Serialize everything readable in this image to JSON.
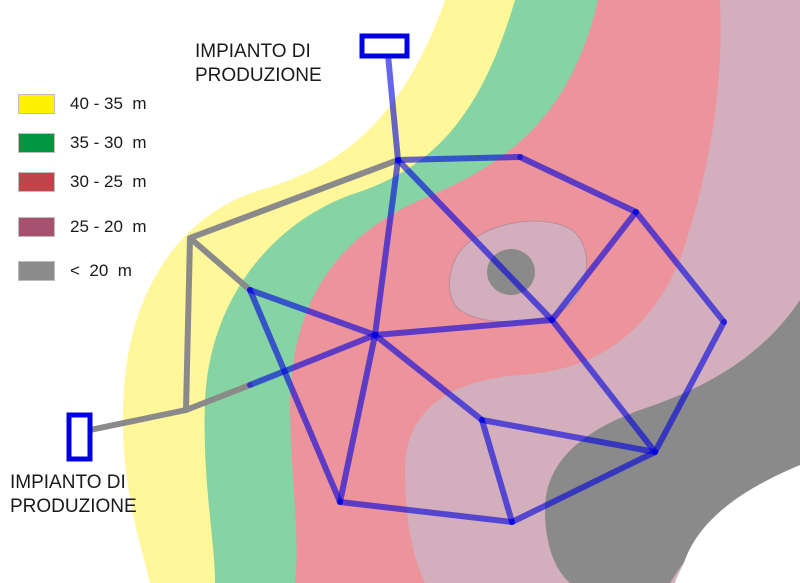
{
  "plants": {
    "top": {
      "line1": "IMPIANTO DI",
      "line2": "PRODUZIONE"
    },
    "left": {
      "line1": "IMPIANTO DI",
      "line2": "PRODUZIONE"
    }
  },
  "legend": [
    {
      "label": "40 - 35  m",
      "color": "#fff200"
    },
    {
      "label": "35 - 30  m",
      "color": "#009640"
    },
    {
      "label": "30 - 25  m",
      "color": "#c0444a"
    },
    {
      "label": "25 - 20  m",
      "color": "#a85070"
    },
    {
      "label": "<  20  m",
      "color": "#8c8c8c"
    }
  ],
  "colors": {
    "zone_40_35": "#fff799",
    "zone_35_30": "#86d3a4",
    "zone_30_25": "#ec939b",
    "zone_25_20": "#d3aebc",
    "zone_below_20": "#8a8a8a",
    "pipe_grey": "#8a8a8a",
    "pipe_blue": "#0000e0"
  }
}
